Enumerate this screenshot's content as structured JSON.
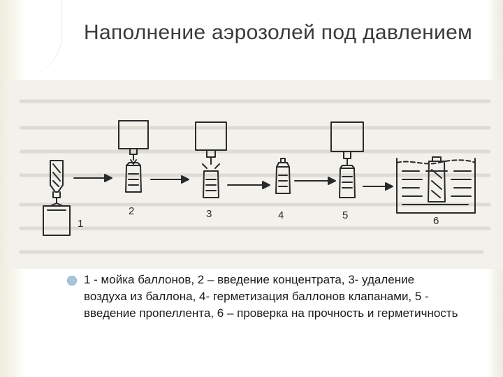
{
  "slide": {
    "title": "Наполнение аэрозолей под давлением",
    "figure": {
      "step_numbers": [
        "1",
        "2",
        "3",
        "4",
        "5",
        "6"
      ],
      "line_color": "#2a2a2a",
      "background_color": "#f2f1ec"
    },
    "bullet_color": "#a9c5d9",
    "caption": "1 - мойка баллонов, 2 – введение концентрата, 3- удаление воздуха из баллона, 4- герметизация баллонов клапанами, 5 - введение пропеллента, 6 – проверка на прочность и герметичность"
  }
}
